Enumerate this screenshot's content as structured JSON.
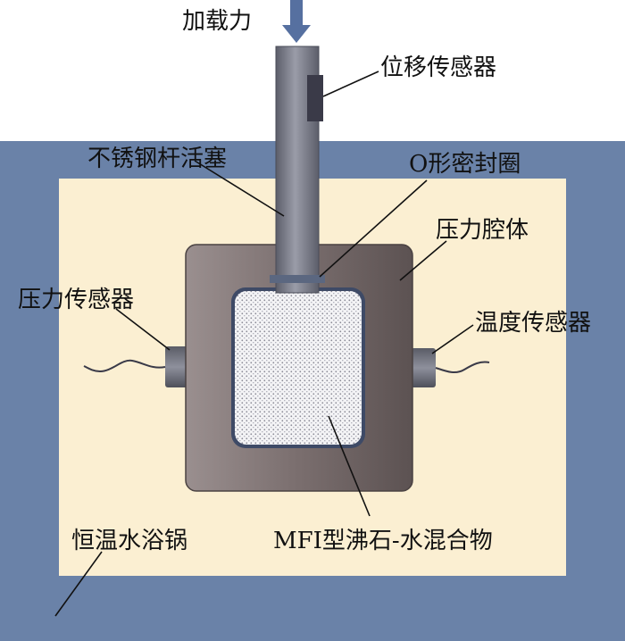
{
  "labels": {
    "load": "加载力",
    "displacement_sensor": "位移传感器",
    "piston": "不锈钢杆活塞",
    "o_ring": "O形密封圈",
    "pressure_chamber": "压力腔体",
    "pressure_sensor": "压力传感器",
    "temperature_sensor": "温度传感器",
    "water_bath": "恒温水浴锅",
    "mixture": "MFI型沸石-水混合物"
  },
  "colors": {
    "bath_wall": "#6a82a8",
    "bath_water": "#fbefd2",
    "chamber_body": "#7a6e6e",
    "piston_rod": "#7d7f8c",
    "arrow": "#5670a0",
    "sensor": "#3a3a48",
    "mixture_fill": "#f2f2f4"
  }
}
